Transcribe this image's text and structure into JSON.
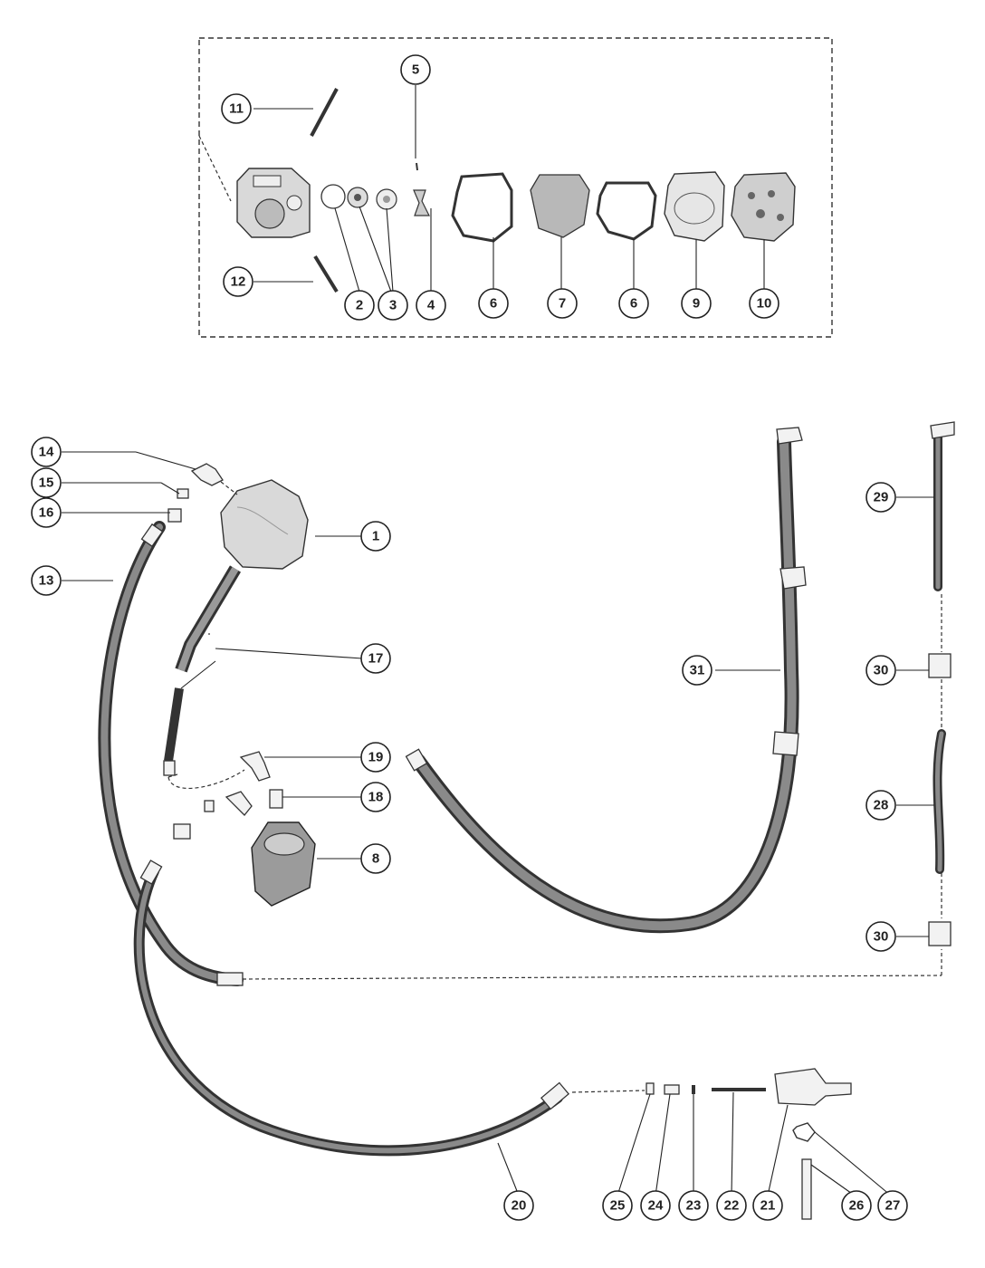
{
  "callouts": {
    "c1": "1",
    "c2": "2",
    "c3": "3",
    "c4": "4",
    "c5": "5",
    "c6a": "6",
    "c6b": "6",
    "c7": "7",
    "c8": "8",
    "c9": "9",
    "c10": "10",
    "c11": "11",
    "c12": "12",
    "c13": "13",
    "c14": "14",
    "c15": "15",
    "c16": "16",
    "c17": "17",
    "c18": "18",
    "c19": "19",
    "c20": "20",
    "c21": "21",
    "c22": "22",
    "c23": "23",
    "c24": "24",
    "c25": "25",
    "c26": "26",
    "c27": "27",
    "c28": "28",
    "c29": "29",
    "c30a": "30",
    "c30b": "30",
    "c31": "31"
  }
}
